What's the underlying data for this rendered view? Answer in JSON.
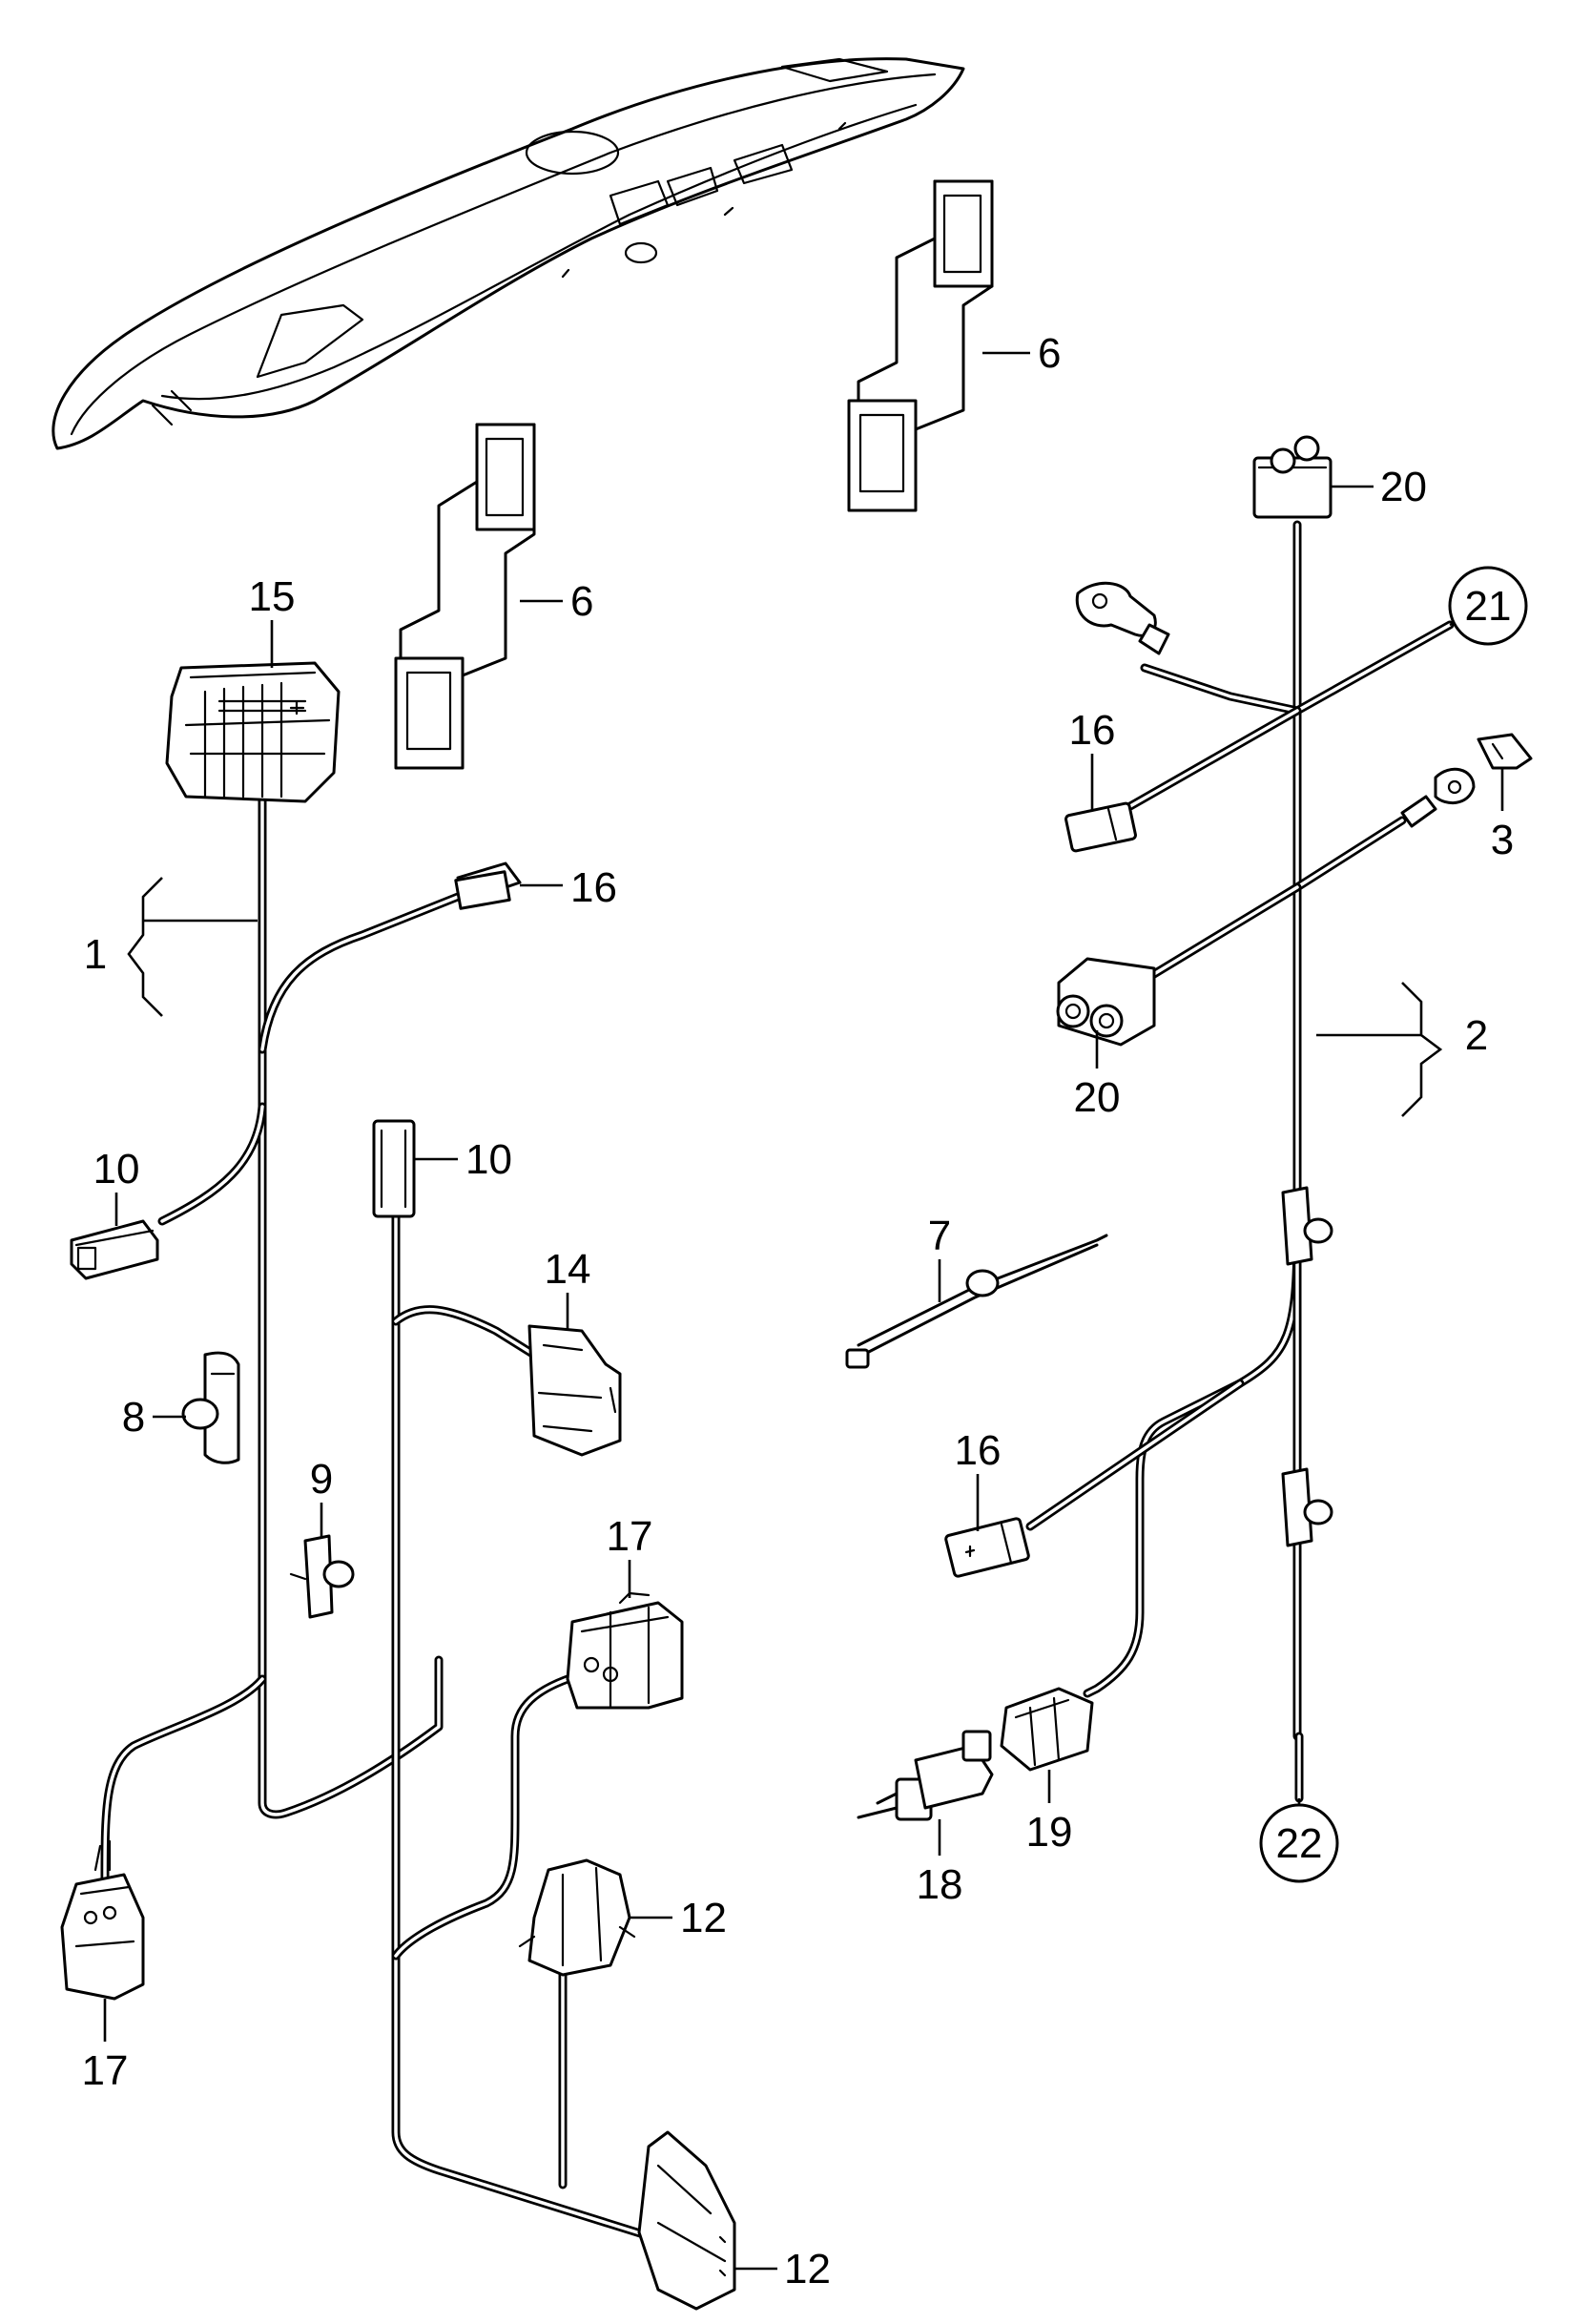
{
  "callouts": {
    "c1": "1",
    "c2": "2",
    "c3": "3",
    "c6a": "6",
    "c6b": "6",
    "c7": "7",
    "c8": "8",
    "c9": "9",
    "c10a": "10",
    "c10b": "10",
    "c12a": "12",
    "c12b": "12",
    "c14": "14",
    "c15": "15",
    "c16a": "16",
    "c16b": "16",
    "c16c": "16",
    "c17a": "17",
    "c17b": "17",
    "c18": "18",
    "c19": "19",
    "c20a": "20",
    "c20b": "20",
    "c21": "21",
    "c22": "22"
  }
}
